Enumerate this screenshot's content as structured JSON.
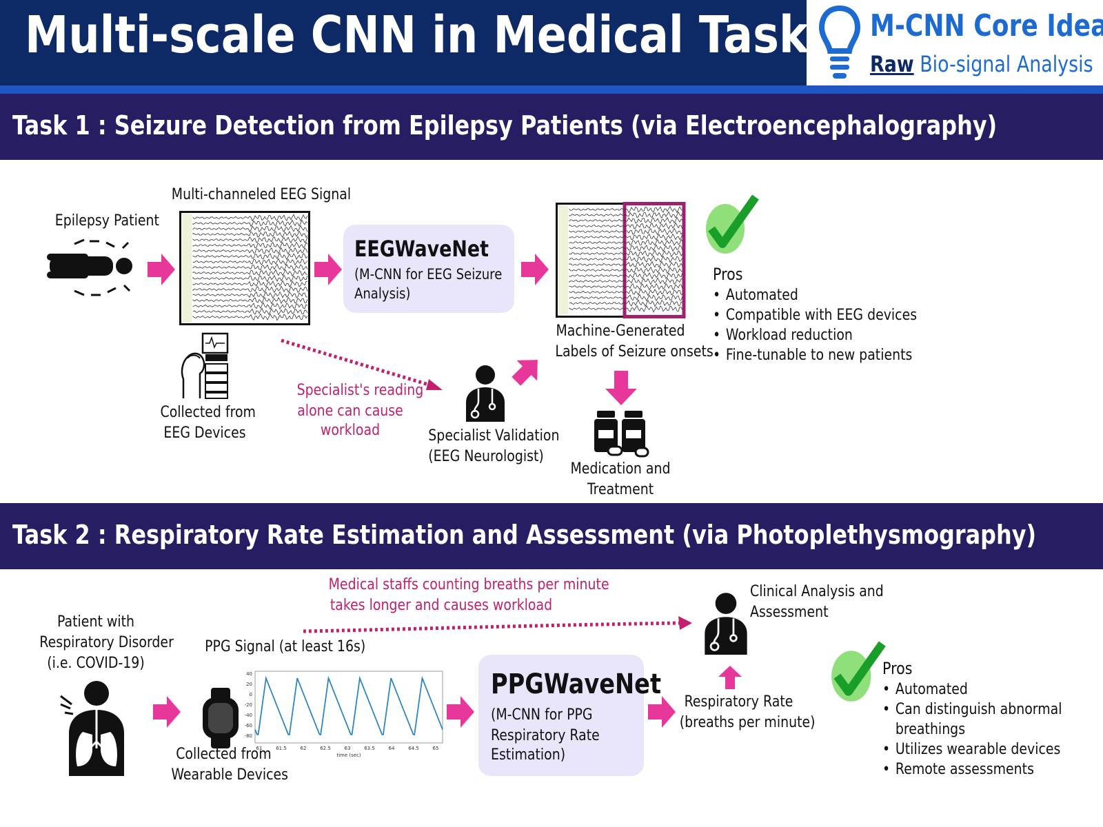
{
  "header": {
    "title": "Multi-scale CNN in Medical Tasks",
    "core_title": "M-CNN Core Idea!",
    "core_sub_raw": "Raw",
    "core_sub_rest": " Bio-signal Analysis",
    "icon": "lightbulb-icon"
  },
  "task1": {
    "title": "Task 1 : Seizure Detection from Epilepsy Patients (via Electroencephalography)",
    "patient_label": "Epilepsy Patient",
    "signal_label": "Multi-channeled EEG Signal",
    "collected_label_1": "Collected from",
    "collected_label_2": "EEG Devices",
    "model_name": "EEGWaveNet",
    "model_desc_1": "(M-CNN for EEG Seizure",
    "model_desc_2": "Analysis)",
    "workload_1": "Specialist's reading",
    "workload_2": "alone can cause",
    "workload_3": "workload",
    "specialist_1": "Specialist Validation",
    "specialist_2": "(EEG Neurologist)",
    "labels_1": "Machine-Generated",
    "labels_2": "Labels of Seizure onsets",
    "medication_1": "Medication and",
    "medication_2": "Treatment",
    "pros_title": "Pros",
    "pros": [
      "Automated",
      "Compatible with EEG devices",
      "Workload reduction",
      "Fine-tunable to new patients"
    ]
  },
  "task2": {
    "title": "Task 2 : Respiratory Rate Estimation and Assessment (via Photoplethysmography)",
    "patient_1": "Patient with",
    "patient_2": "Respiratory Disorder",
    "patient_3": "(i.e. COVID-19)",
    "signal_label": "PPG Signal (at least 16s)",
    "collected_1": "Collected from",
    "collected_2": "Wearable Devices",
    "workload_1": "Medical staffs counting breaths per minute",
    "workload_2": "takes longer and causes workload",
    "clinical_1": "Clinical Analysis and",
    "clinical_2": "Assessment",
    "model_name": "PPGWaveNet",
    "model_desc_1": "(M-CNN for PPG",
    "model_desc_2": "Respiratory Rate",
    "model_desc_3": "Estimation)",
    "rate_1": "Respiratory Rate",
    "rate_2": "(breaths per minute)",
    "ppg_x_label": "time (sec)",
    "ppg_x_ticks": [
      "61",
      "61.5",
      "62",
      "62.5",
      "63",
      "63.5",
      "64",
      "64.5",
      "65"
    ],
    "ppg_y_ticks": [
      "40",
      "20",
      "0",
      "-20",
      "-40",
      "-60",
      "-80"
    ],
    "pros_title": "Pros",
    "pros": [
      "Automated",
      "Can distinguish abnormal",
      "breathings",
      "Utilizes wearable devices",
      "Remote assessments"
    ]
  },
  "colors": {
    "header_bg": "#0d2a66",
    "stripe": "#1e56c4",
    "band": "#271d63",
    "accent_blue": "#1d6bd1",
    "arrow_pink": "#e8379b",
    "dotted_red": "#c2206f",
    "model_bg": "#e9e5fb",
    "check_green": "#1a9e2a",
    "check_bg": "#8fe07a",
    "seizure_frame": "#a01f6e"
  }
}
